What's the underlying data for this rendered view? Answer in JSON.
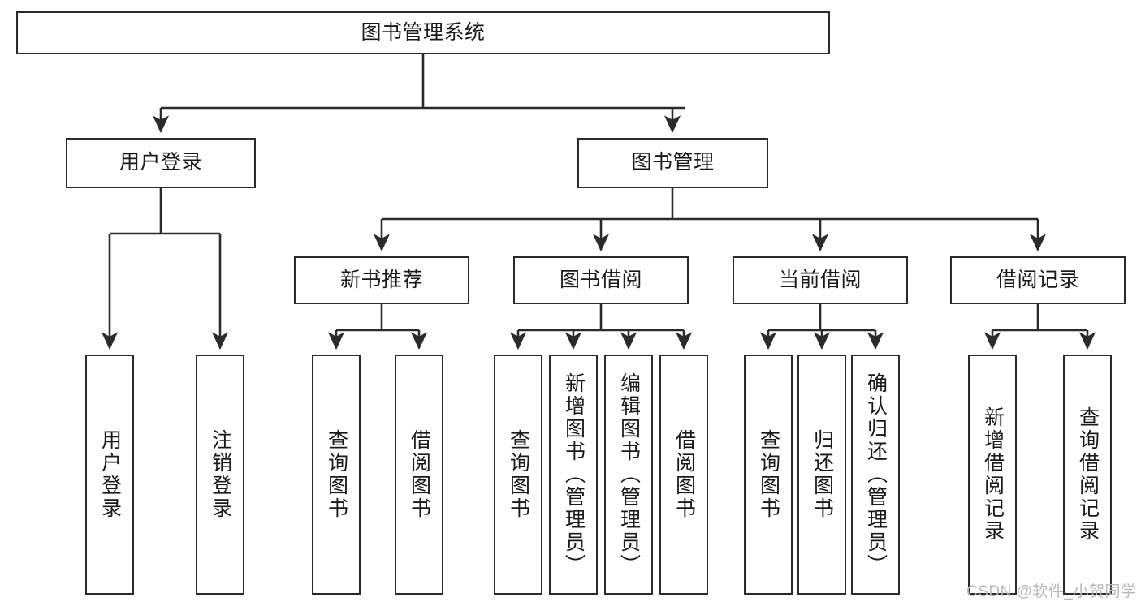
{
  "diagram": {
    "title": "图书管理系统",
    "type": "hierarchy-tree",
    "watermark": "CSDN @软件_小贺同学",
    "colors": {
      "stroke": "#2b2b2b",
      "fill": "#ffffff",
      "text": "#1a1a1a",
      "watermark": "#b9b9b9"
    },
    "nodes": {
      "root": {
        "label": "图书管理系统",
        "level": 0,
        "orientation": "horizontal"
      },
      "user_login": {
        "label": "用户登录",
        "level": 1,
        "orientation": "horizontal"
      },
      "book_manage": {
        "label": "图书管理",
        "level": 1,
        "orientation": "horizontal"
      },
      "new_book_rec": {
        "label": "新书推荐",
        "level": 2,
        "orientation": "horizontal"
      },
      "book_borrow": {
        "label": "图书借阅",
        "level": 2,
        "orientation": "horizontal"
      },
      "current_borrow": {
        "label": "当前借阅",
        "level": 2,
        "orientation": "horizontal"
      },
      "borrow_record": {
        "label": "借阅记录",
        "level": 2,
        "orientation": "horizontal"
      },
      "leaf_user_login": {
        "label": "用户登录",
        "level": 3,
        "orientation": "vertical"
      },
      "leaf_logout": {
        "label": "注销登录",
        "level": 3,
        "orientation": "vertical"
      },
      "leaf_query_book_1": {
        "label": "查询图书",
        "level": 3,
        "orientation": "vertical"
      },
      "leaf_borrow_book_1": {
        "label": "借阅图书",
        "level": 3,
        "orientation": "vertical"
      },
      "leaf_query_book_2": {
        "label": "查询图书",
        "level": 3,
        "orientation": "vertical"
      },
      "leaf_add_book": {
        "label": "新增图书（管理员）",
        "level": 3,
        "orientation": "vertical"
      },
      "leaf_edit_book": {
        "label": "编辑图书（管理员）",
        "level": 3,
        "orientation": "vertical"
      },
      "leaf_borrow_book_2": {
        "label": "借阅图书",
        "level": 3,
        "orientation": "vertical"
      },
      "leaf_query_book_3": {
        "label": "查询图书",
        "level": 3,
        "orientation": "vertical"
      },
      "leaf_return_book": {
        "label": "归还图书",
        "level": 3,
        "orientation": "vertical"
      },
      "leaf_confirm_return": {
        "label": "确认归还（管理员）",
        "level": 3,
        "orientation": "vertical"
      },
      "leaf_add_record": {
        "label": "新增借阅记录",
        "level": 3,
        "orientation": "vertical"
      },
      "leaf_query_record": {
        "label": "查询借阅记录",
        "level": 3,
        "orientation": "vertical"
      }
    },
    "edges": [
      {
        "from": "root",
        "to": "user_login"
      },
      {
        "from": "root",
        "to": "book_manage"
      },
      {
        "from": "user_login",
        "to": "leaf_user_login"
      },
      {
        "from": "user_login",
        "to": "leaf_logout"
      },
      {
        "from": "book_manage",
        "to": "new_book_rec"
      },
      {
        "from": "book_manage",
        "to": "book_borrow"
      },
      {
        "from": "book_manage",
        "to": "current_borrow"
      },
      {
        "from": "book_manage",
        "to": "borrow_record"
      },
      {
        "from": "new_book_rec",
        "to": "leaf_query_book_1"
      },
      {
        "from": "new_book_rec",
        "to": "leaf_borrow_book_1"
      },
      {
        "from": "book_borrow",
        "to": "leaf_query_book_2"
      },
      {
        "from": "book_borrow",
        "to": "leaf_add_book"
      },
      {
        "from": "book_borrow",
        "to": "leaf_edit_book"
      },
      {
        "from": "book_borrow",
        "to": "leaf_borrow_book_2"
      },
      {
        "from": "current_borrow",
        "to": "leaf_query_book_3"
      },
      {
        "from": "current_borrow",
        "to": "leaf_return_book"
      },
      {
        "from": "current_borrow",
        "to": "leaf_confirm_return"
      },
      {
        "from": "borrow_record",
        "to": "leaf_add_record"
      },
      {
        "from": "borrow_record",
        "to": "leaf_query_record"
      }
    ]
  }
}
